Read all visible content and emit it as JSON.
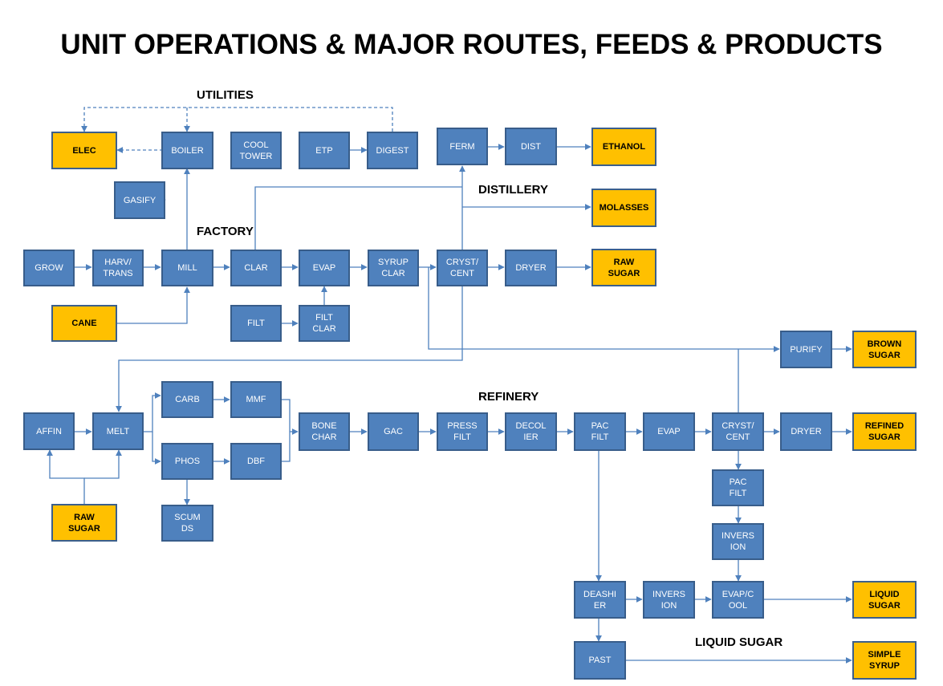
{
  "title": "UNIT OPERATIONS & MAJOR ROUTES, FEEDS & PRODUCTS",
  "sections": {
    "utilities": "UTILITIES",
    "factory": "FACTORY",
    "distillery": "DISTILLERY",
    "refinery": "REFINERY",
    "liquid_sugar": "LIQUID SUGAR"
  },
  "colors": {
    "process_fill": "#4f81bd",
    "process_border": "#385d8a",
    "product_fill": "#ffc000",
    "line": "#4f81bd"
  },
  "nodes": {
    "elec": "ELEC",
    "boiler": "BOILER",
    "cool_tower": "COOL\nTOWER",
    "etp": "ETP",
    "digest": "DIGEST",
    "ferm": "FERM",
    "dist": "DIST",
    "ethanol": "ETHANOL",
    "gasify": "GASIFY",
    "molasses": "MOLASSES",
    "grow": "GROW",
    "harv_trans": "HARV/\nTRANS",
    "mill": "MILL",
    "clar": "CLAR",
    "evap_factory": "EVAP",
    "syrup_clar": "SYRUP\nCLAR",
    "cryst_cent_factory": "CRYST/\nCENT",
    "dryer_factory": "DRYER",
    "raw_sugar_product": "RAW\nSUGAR",
    "cane": "CANE",
    "filt": "FILT",
    "filt_clar": "FILT\nCLAR",
    "purify": "PURIFY",
    "brown_sugar": "BROWN\nSUGAR",
    "carb": "CARB",
    "mmf": "MMF",
    "affin": "AFFIN",
    "melt": "MELT",
    "bone_char": "BONE\nCHAR",
    "gac": "GAC",
    "press_filt": "PRESS\nFILT",
    "decol_ier": "DECOL\nIER",
    "pac_filt": "PAC\nFILT",
    "evap_refinery": "EVAP",
    "cryst_cent_refinery": "CRYST/\nCENT",
    "dryer_refinery": "DRYER",
    "refined_sugar": "REFINED\nSUGAR",
    "phos": "PHOS",
    "dbf": "DBF",
    "raw_sugar_feed": "RAW\nSUGAR",
    "scum_ds": "SCUM\nDS",
    "pac_filt_2": "PAC\nFILT",
    "inversion_1": "INVERS\nION",
    "deashier": "DEASHI\nER",
    "inversion_2": "INVERS\nION",
    "evap_cool": "EVAP/C\nOOL",
    "liquid_sugar": "LIQUID\nSUGAR",
    "past": "PAST",
    "simple_syrup": "SIMPLE\nSYRUP"
  }
}
